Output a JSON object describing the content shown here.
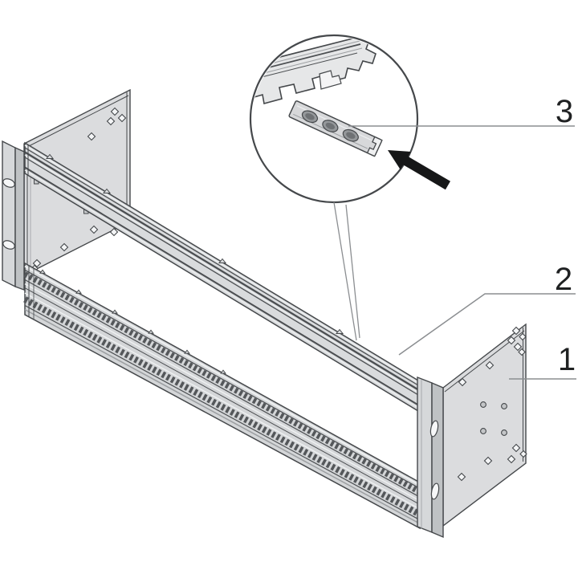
{
  "figure": {
    "type": "technical-assembly-diagram",
    "callouts": [
      {
        "label": "1"
      },
      {
        "label": "2"
      },
      {
        "label": "3"
      }
    ],
    "colors": {
      "background": "#ffffff",
      "outline": "#45484b",
      "panel_fill": "#dbdcde",
      "flange_fill": "#d6d8da",
      "flange_fold": "#bfc2c4",
      "top_rail_fill": "#d9dbdd",
      "bottom_rail_fill": "#d4d6d8",
      "groove_dark": "#4b4e51",
      "groove_light": "#eef0f1",
      "perforation": "#54575a",
      "leader_line": "#8b8e91",
      "arrow": "#161718",
      "label_text": "#1f2122"
    }
  }
}
